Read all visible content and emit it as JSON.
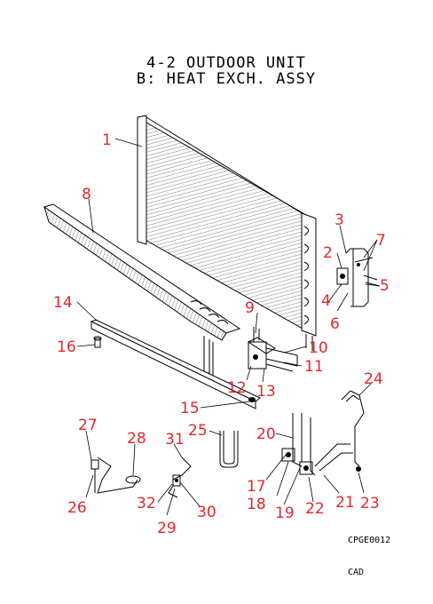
{
  "title": {
    "line1": "4-2 OUTDOOR UNIT",
    "line2": "B: HEAT EXCH. ASSY"
  },
  "parts": [
    {
      "id": "p1",
      "number": "1"
    },
    {
      "id": "p2",
      "number": "2"
    },
    {
      "id": "p3",
      "number": "3"
    },
    {
      "id": "p4",
      "number": "4"
    },
    {
      "id": "p5",
      "number": "5"
    },
    {
      "id": "p6",
      "number": "6"
    },
    {
      "id": "p7",
      "number": "7"
    },
    {
      "id": "p8",
      "number": "8"
    },
    {
      "id": "p9",
      "number": "9"
    },
    {
      "id": "p10",
      "number": "10"
    },
    {
      "id": "p11",
      "number": "11"
    },
    {
      "id": "p12",
      "number": "12"
    },
    {
      "id": "p13",
      "number": "13"
    },
    {
      "id": "p14",
      "number": "14"
    },
    {
      "id": "p15",
      "number": "15"
    },
    {
      "id": "p16",
      "number": "16"
    },
    {
      "id": "p17",
      "number": "17"
    },
    {
      "id": "p18",
      "number": "18"
    },
    {
      "id": "p19",
      "number": "19"
    },
    {
      "id": "p20",
      "number": "20"
    },
    {
      "id": "p21",
      "number": "21"
    },
    {
      "id": "p22",
      "number": "22"
    },
    {
      "id": "p23",
      "number": "23"
    },
    {
      "id": "p24",
      "number": "24"
    },
    {
      "id": "p25",
      "number": "25"
    },
    {
      "id": "p26",
      "number": "26"
    },
    {
      "id": "p27",
      "number": "27"
    },
    {
      "id": "p28",
      "number": "28"
    },
    {
      "id": "p29",
      "number": "29"
    },
    {
      "id": "p30",
      "number": "30"
    },
    {
      "id": "p31",
      "number": "31"
    },
    {
      "id": "p32",
      "number": "32"
    }
  ],
  "footer": {
    "code": "CPGE0012",
    "cad": "CAD"
  },
  "colors": {
    "callout": "#e4262b",
    "line": "#000000"
  }
}
